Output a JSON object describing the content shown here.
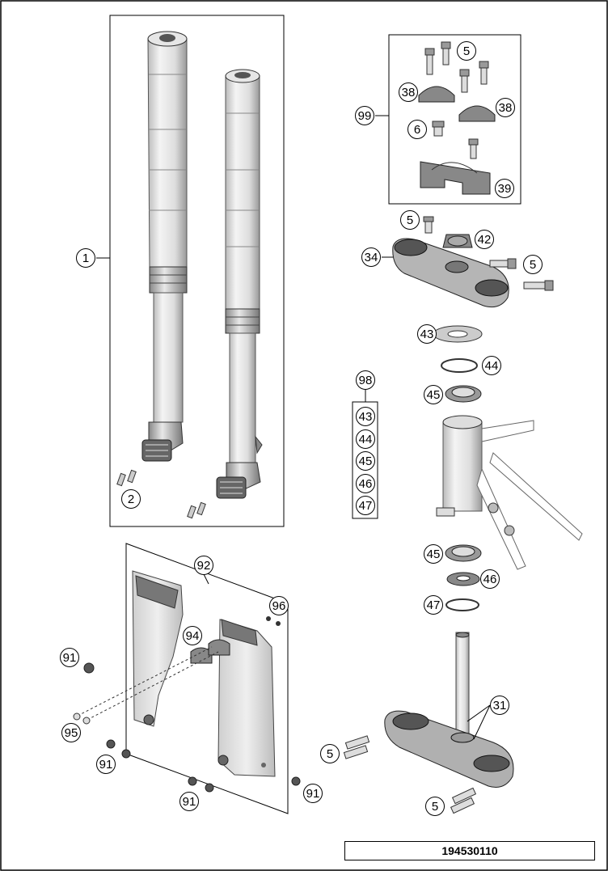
{
  "document_number": "194530110",
  "callouts": [
    {
      "id": "c1",
      "label": "1"
    },
    {
      "id": "c2",
      "label": "2"
    },
    {
      "id": "c5a",
      "label": "5"
    },
    {
      "id": "c38a",
      "label": "38"
    },
    {
      "id": "c38b",
      "label": "38"
    },
    {
      "id": "c99",
      "label": "99"
    },
    {
      "id": "c6",
      "label": "6"
    },
    {
      "id": "c39",
      "label": "39"
    },
    {
      "id": "c5b",
      "label": "5"
    },
    {
      "id": "c42",
      "label": "42"
    },
    {
      "id": "c34",
      "label": "34"
    },
    {
      "id": "c5c",
      "label": "5"
    },
    {
      "id": "c43",
      "label": "43"
    },
    {
      "id": "c44",
      "label": "44"
    },
    {
      "id": "c98",
      "label": "98"
    },
    {
      "id": "c45a",
      "label": "45"
    },
    {
      "id": "c98_43",
      "label": "43"
    },
    {
      "id": "c98_44",
      "label": "44"
    },
    {
      "id": "c98_45",
      "label": "45"
    },
    {
      "id": "c98_46",
      "label": "46"
    },
    {
      "id": "c98_47",
      "label": "47"
    },
    {
      "id": "c45b",
      "label": "45"
    },
    {
      "id": "c46",
      "label": "46"
    },
    {
      "id": "c47",
      "label": "47"
    },
    {
      "id": "c92",
      "label": "92"
    },
    {
      "id": "c96",
      "label": "96"
    },
    {
      "id": "c94",
      "label": "94"
    },
    {
      "id": "c91a",
      "label": "91"
    },
    {
      "id": "c95",
      "label": "95"
    },
    {
      "id": "c91b",
      "label": "91"
    },
    {
      "id": "c91c",
      "label": "91"
    },
    {
      "id": "c91d",
      "label": "91"
    },
    {
      "id": "c31",
      "label": "31"
    },
    {
      "id": "c5d",
      "label": "5"
    },
    {
      "id": "c5e",
      "label": "5"
    }
  ]
}
